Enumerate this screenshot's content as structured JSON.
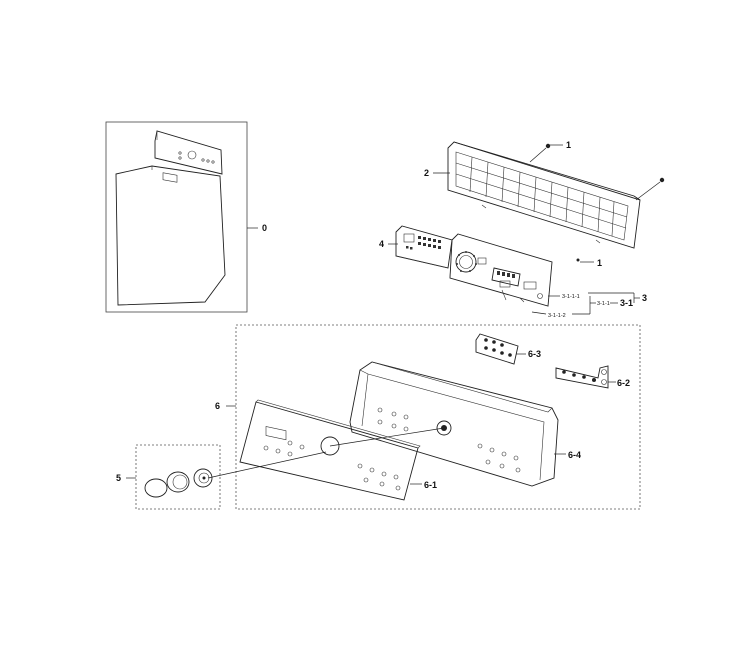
{
  "callouts": {
    "c0": "0",
    "c1_top": "1",
    "c1_mid": "1",
    "c2": "2",
    "c3": "3",
    "c3_1": "3-1",
    "c3_1_1": "3-1-1",
    "c3_1_1_1": "3-1-1-1",
    "c3_1_1_2": "3-1-1-2",
    "c4": "4",
    "c5": "5",
    "c6": "6",
    "c6_1": "6-1",
    "c6_2": "6-2",
    "c6_3": "6-3",
    "c6_4": "6-4"
  }
}
